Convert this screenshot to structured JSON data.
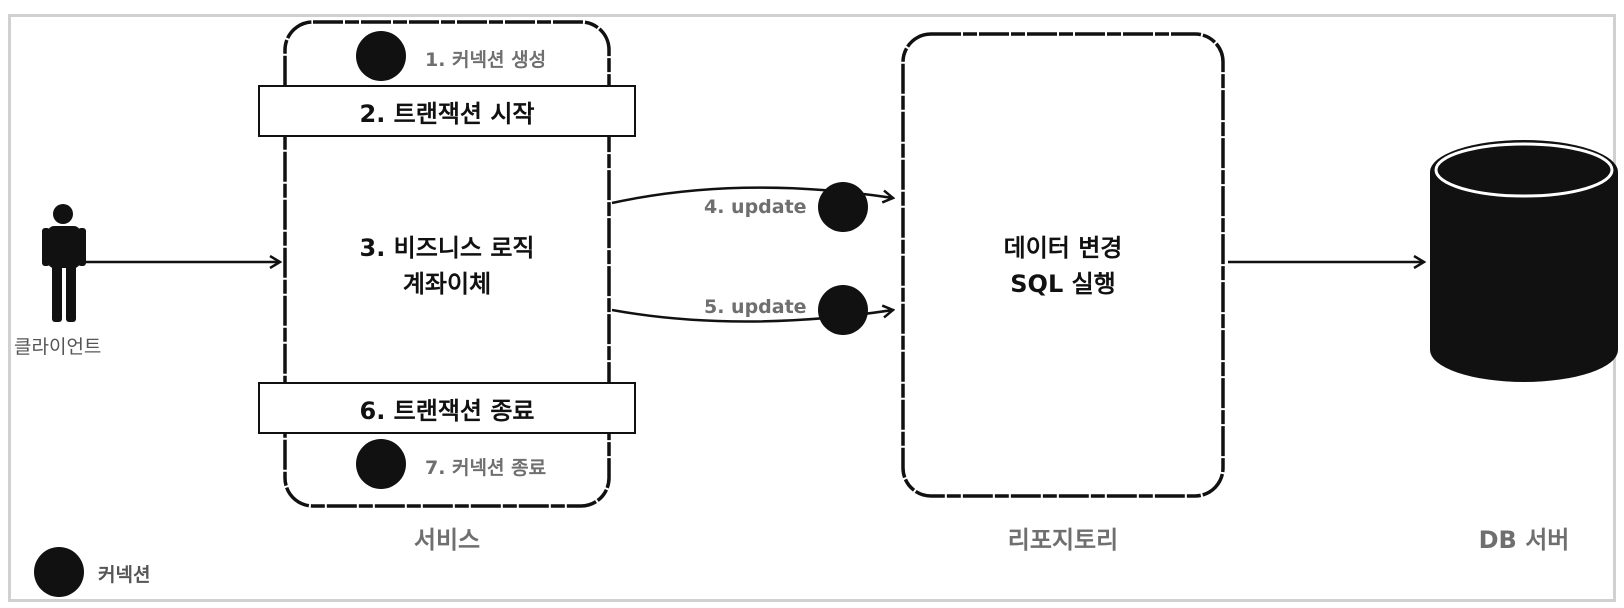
{
  "client": {
    "label": "클라이언트"
  },
  "service": {
    "title": "서비스",
    "step1": "1. 커넥션 생성",
    "step2": "2. 트랜잭션 시작",
    "logic_line1": "3. 비즈니스 로직",
    "logic_line2": "계좌이체",
    "step6": "6. 트랜잭션 종료",
    "step7": "7. 커넥션 종료"
  },
  "calls": {
    "update4": "4. update",
    "update5": "5. update"
  },
  "repository": {
    "title": "리포지토리",
    "line1": "데이터 변경",
    "line2": "SQL 실행"
  },
  "db": {
    "title": "DB 서버"
  },
  "legend": {
    "connection_label": "커넥션"
  },
  "colors": {
    "ink": "#111111",
    "muted_text": "#6f6f6f",
    "frame": "#d0d0d0"
  }
}
